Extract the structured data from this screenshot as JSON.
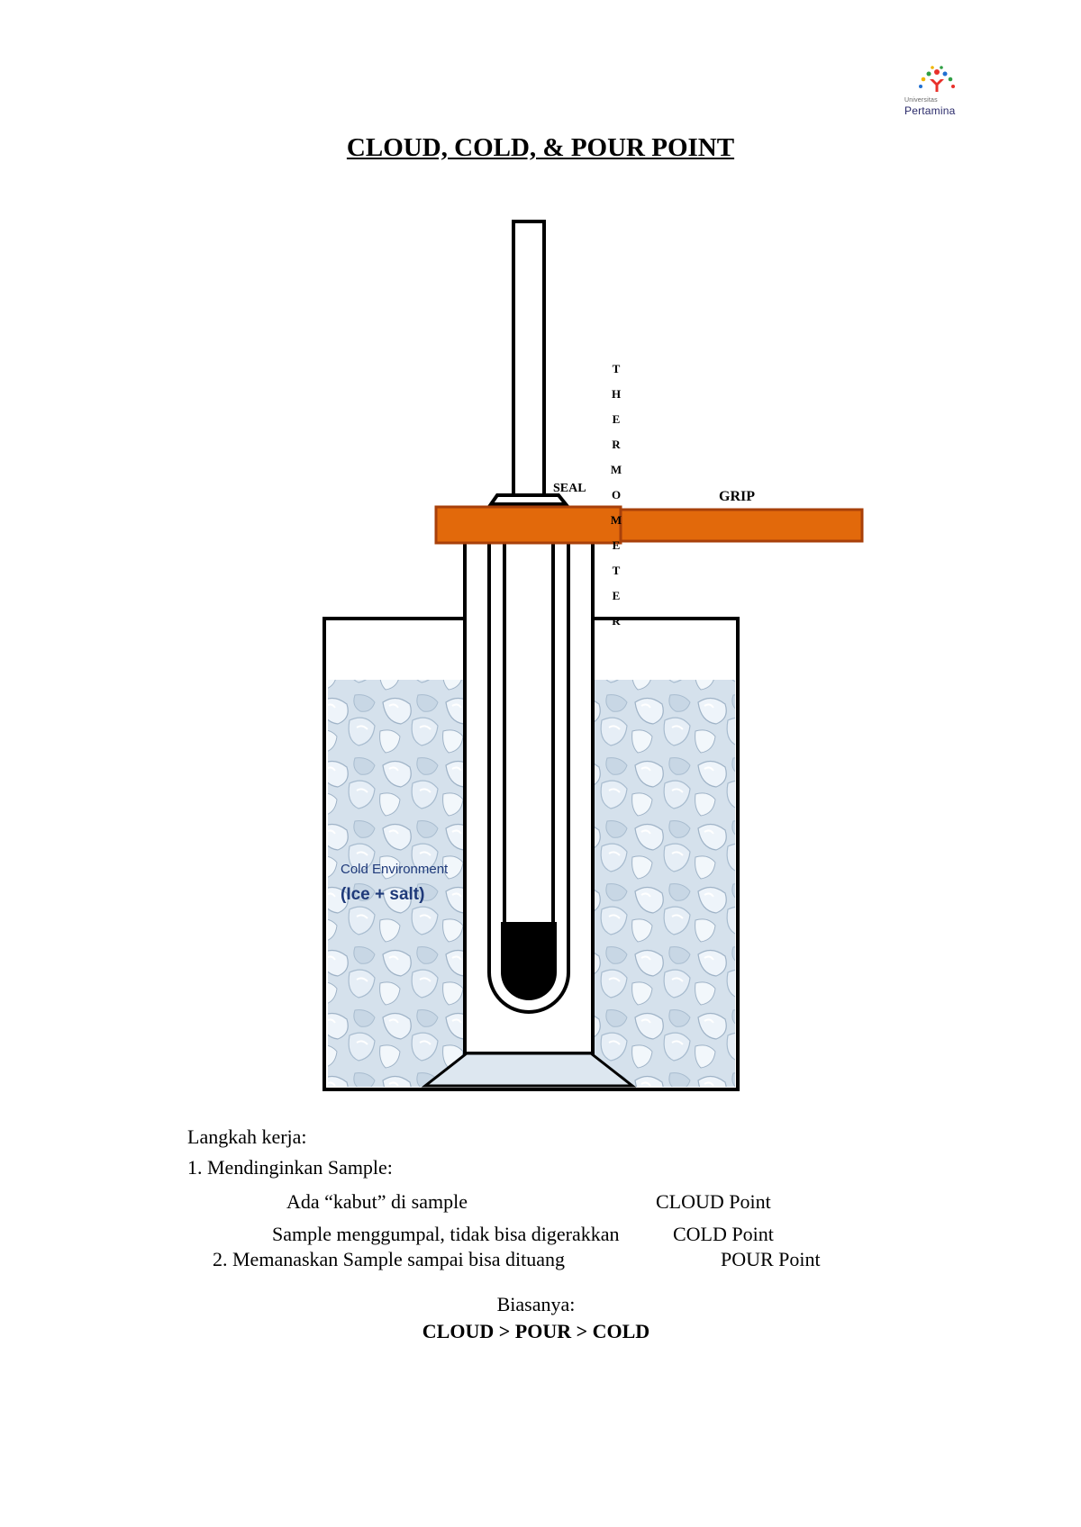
{
  "logo": {
    "name": "Pertamina",
    "prefix": "Universitas",
    "icon": "pertamina-logo-icon",
    "colors": [
      "#e8302a",
      "#2f9e44",
      "#1f6fd1",
      "#f0b400"
    ]
  },
  "title": "CLOUD, COLD, & POUR POINT",
  "diagram": {
    "thermometer_letters": [
      "T",
      "H",
      "E",
      "R",
      "M",
      "O",
      "M",
      "E",
      "T",
      "E",
      "R"
    ],
    "seal_label": "SEAL",
    "grip_label": "GRIP",
    "cold_env_line1": "Cold Environment",
    "cold_env_line2": "(Ice  + salt)",
    "colors": {
      "grip": "#e2690b",
      "grip_border": "#a8400a",
      "ice": "#cfdce8",
      "sample": "#000000"
    }
  },
  "steps": {
    "heading": "Langkah kerja:",
    "step1": "1. Mendinginkan Sample:",
    "step1a_desc": "Ada “kabut” di sample",
    "step1a_result": "CLOUD Point",
    "step1b_desc": "Sample menggumpal, tidak bisa digerakkan",
    "step1b_result": "COLD Point",
    "step2_desc": "2. Memanaskan Sample sampai bisa dituang",
    "step2_result": "POUR Point",
    "usually_label": "Biasanya:",
    "order": "CLOUD > POUR > COLD"
  }
}
